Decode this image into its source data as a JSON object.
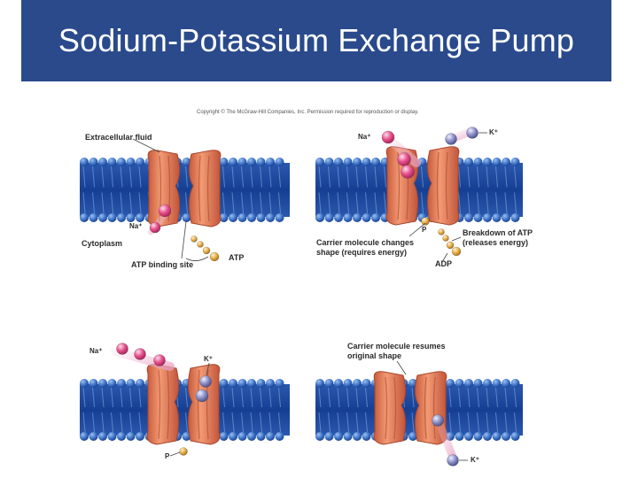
{
  "title": "Sodium-Potassium Exchange Pump",
  "copyright": "Copyright © The McGraw-Hill Companies, Inc. Permission required for reproduction or display.",
  "colors": {
    "title_bg": "#2a4a8c",
    "membrane_head": "#3f74c6",
    "membrane_band": "#1b4aa0",
    "protein": "#e07c58",
    "sodium": "#e8508c",
    "potassium": "#8d91c9",
    "phosphate": "#e8b048"
  },
  "panels": [
    {
      "id": "panel-1",
      "labels": {
        "extracellular": "Extracellular fluid",
        "na": "Na⁺",
        "cytoplasm": "Cytoplasm",
        "atp": "ATP",
        "atp_site": "ATP binding site"
      }
    },
    {
      "id": "panel-2",
      "labels": {
        "na": "Na⁺",
        "k": "K⁺",
        "p": "P",
        "carrier_change_1": "Carrier molecule changes",
        "carrier_change_2": "shape (requires energy)",
        "breakdown_1": "Breakdown of ATP",
        "breakdown_2": "(releases energy)",
        "adp": "ADP"
      }
    },
    {
      "id": "panel-3",
      "labels": {
        "na": "Na⁺",
        "k": "K⁺",
        "p": "P"
      }
    },
    {
      "id": "panel-4",
      "labels": {
        "resumes_1": "Carrier molecule resumes",
        "resumes_2": "original shape",
        "k": "K⁺"
      }
    }
  ]
}
